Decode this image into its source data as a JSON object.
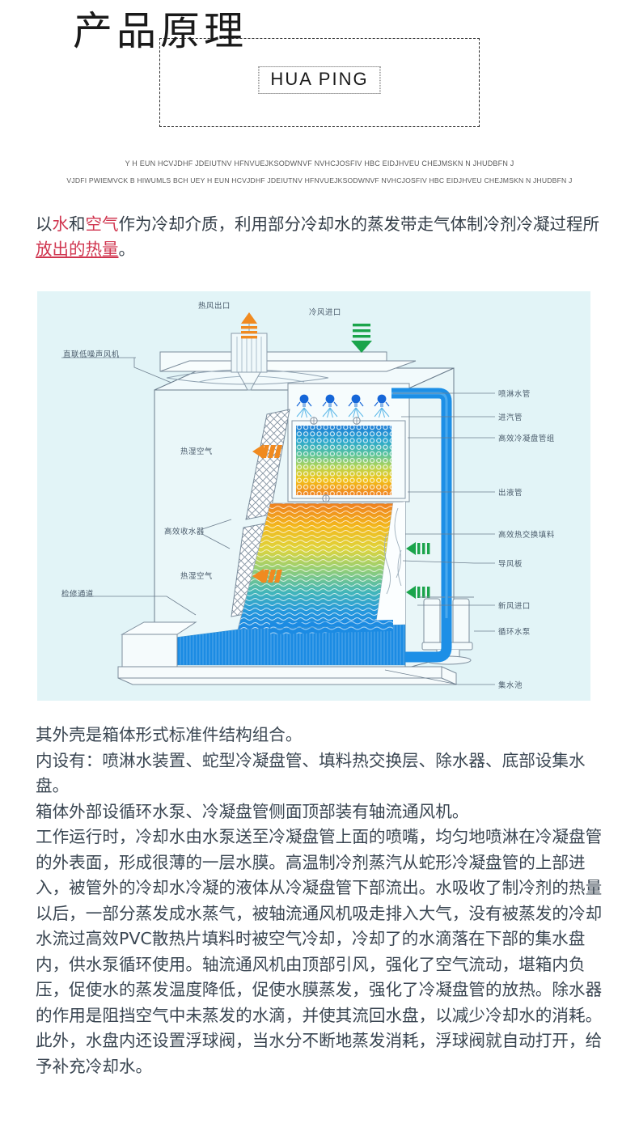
{
  "header": {
    "title_cn": "产品原理",
    "title_en": "HUA PING"
  },
  "filler_lines": [
    "Y H EUN HCVJDHF JDEIUTNV HFNVUEJKSODWNVF NVHCJOSFIV HBC EIDJHVEU  CHEJMSKN  N JHUDBFN J",
    "VJDFI PWIEMVCK B HIWUMLS BCH UEY H EUN HCVJDHF JDEIUTNV HFNVUEJKSODWNVF NVHCJOSFIV HBC EIDJHVEU  CHEJMSKN  N JHUDBFN J"
  ],
  "lead": {
    "seg1": "以",
    "red1": "水",
    "seg2": "和",
    "red2": "空气",
    "seg3": "作为冷却介质，利用部分冷却水的蒸发带走气体制冷剂冷凝过程所",
    "red3": "放出的热量",
    "seg4": "。"
  },
  "diagram": {
    "labels": {
      "hot_air_outlet": "热风出口",
      "cold_air_inlet": "冷风进口",
      "direct_fan": "直联低噪声风机",
      "hot_humid_air_1": "热湿空气",
      "drift_eliminator": "高效收水器",
      "hot_humid_air_2": "热湿空气",
      "service_access": "检修通道",
      "spray_water_pipe": "喷淋水管",
      "steam_inlet_pipe": "进汽管",
      "condenser_coil_set": "高效冷凝盘管组",
      "liquid_outlet_pipe": "出液管",
      "heat_exchange_fill": "高效热交换填料",
      "air_deflector": "导风板",
      "fresh_air_inlet": "新风进口",
      "circulating_pump": "循环水泵",
      "water_basin": "集水池"
    },
    "colors": {
      "background": "#e2f4f7",
      "water_blue": "#1b8fe0",
      "pipe_blue": "#1e90e8",
      "arrow_orange": "#f08a20",
      "arrow_green": "#1aa34a",
      "outline": "#5a6b7b"
    }
  },
  "body_paragraphs": [
    "其外壳是箱体形式标准件结构组合。",
    "内设有：喷淋水装置、蛇型冷凝盘管、填料热交换层、除水器、底部设集水盘。",
    "箱体外部设循环水泵、冷凝盘管侧面顶部装有轴流通风机。",
    "工作运行时，冷却水由水泵送至冷凝盘管上面的喷嘴，均匀地喷淋在冷凝盘管的外表面，形成很薄的一层水膜。高温制冷剂蒸汽从蛇形冷凝盘管的上部进入，被管外的冷却水冷凝的液体从冷凝盘管下部流出。水吸收了制冷剂的热量以后，一部分蒸发成水蒸气，被轴流通风机吸走排入大气，没有被蒸发的冷却水流过高效PVC散热片填料时被空气冷却，冷却了的水滴落在下部的集水盘内，供水泵循环使用。轴流通风机由顶部引风，强化了空气流动，堪箱内负压，促使水的蒸发温度降低，促使水膜蒸发，强化了冷凝盘管的放热。除水器的作用是阻挡空气中未蒸发的水滴，并使其流回水盘，以减少冷却水的消耗。此外，水盘内还设置浮球阀，当水分不断地蒸发消耗，浮球阀就自动打开，给予补充冷却水。"
  ]
}
